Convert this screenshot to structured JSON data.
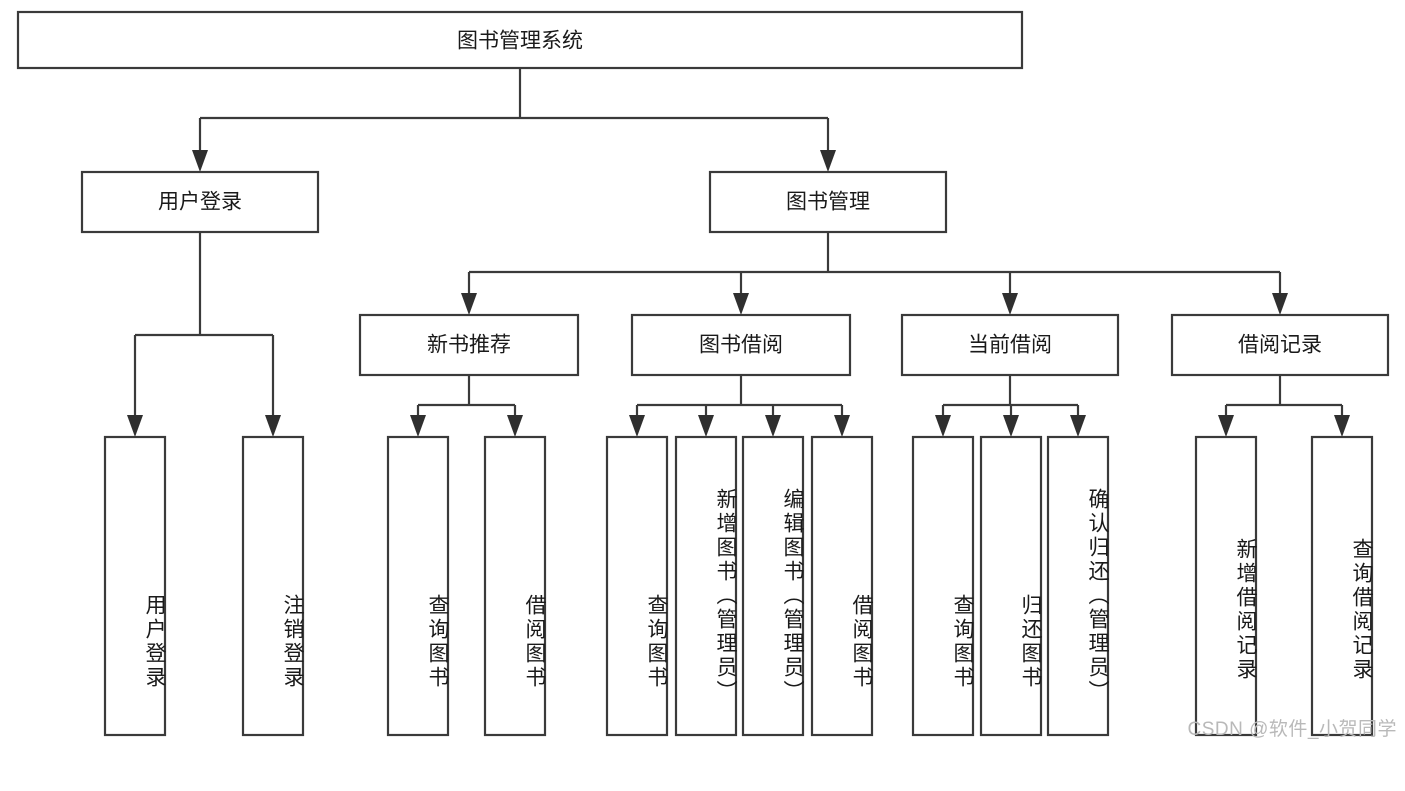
{
  "diagram": {
    "title": "图书管理系统",
    "type": "hierarchy-tree",
    "watermark": "CSDN @软件_小贺同学",
    "levels": {
      "root": {
        "label": "图书管理系统"
      },
      "level2": [
        {
          "label": "用户登录"
        },
        {
          "label": "图书管理"
        }
      ],
      "level3": [
        {
          "label": "新书推荐"
        },
        {
          "label": "图书借阅"
        },
        {
          "label": "当前借阅"
        },
        {
          "label": "借阅记录"
        }
      ]
    },
    "leaves": {
      "user_login": [
        {
          "label": "用户登录"
        },
        {
          "label": "注销登录"
        }
      ],
      "new_book_recommend": [
        {
          "label": "查询图书"
        },
        {
          "label": "借阅图书"
        }
      ],
      "book_borrow": [
        {
          "label": "查询图书"
        },
        {
          "label": "新增图书（管理员）"
        },
        {
          "label": "编辑图书（管理员）"
        },
        {
          "label": "借阅图书"
        }
      ],
      "current_borrow": [
        {
          "label": "查询图书"
        },
        {
          "label": "归还图书"
        },
        {
          "label": "确认归还（管理员）"
        }
      ],
      "borrow_records": [
        {
          "label": "新增借阅记录"
        },
        {
          "label": "查询借阅记录"
        }
      ]
    },
    "colors": {
      "stroke": "#3a3a3a",
      "fill": "#ffffff",
      "text": "#1a1a1a",
      "watermark": "#b9b9b9"
    }
  }
}
